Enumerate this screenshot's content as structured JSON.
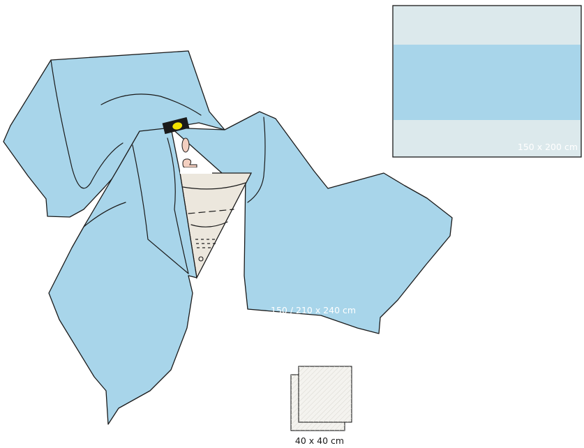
{
  "colors": {
    "drape_blue": "#a8d5ea",
    "drape_light": "#dce9ec",
    "window_beige": "#ece7dd",
    "outline": "#1a1a1a",
    "marker_yellow": "#f2e200",
    "port_skin": "#f3cfc0"
  },
  "components": [
    {
      "id": "main_drape",
      "label": "150 / 210 x 240 cm"
    },
    {
      "id": "table_cover",
      "label": "150 x 200 cm"
    },
    {
      "id": "swab",
      "label": "40 x 40 cm"
    }
  ]
}
